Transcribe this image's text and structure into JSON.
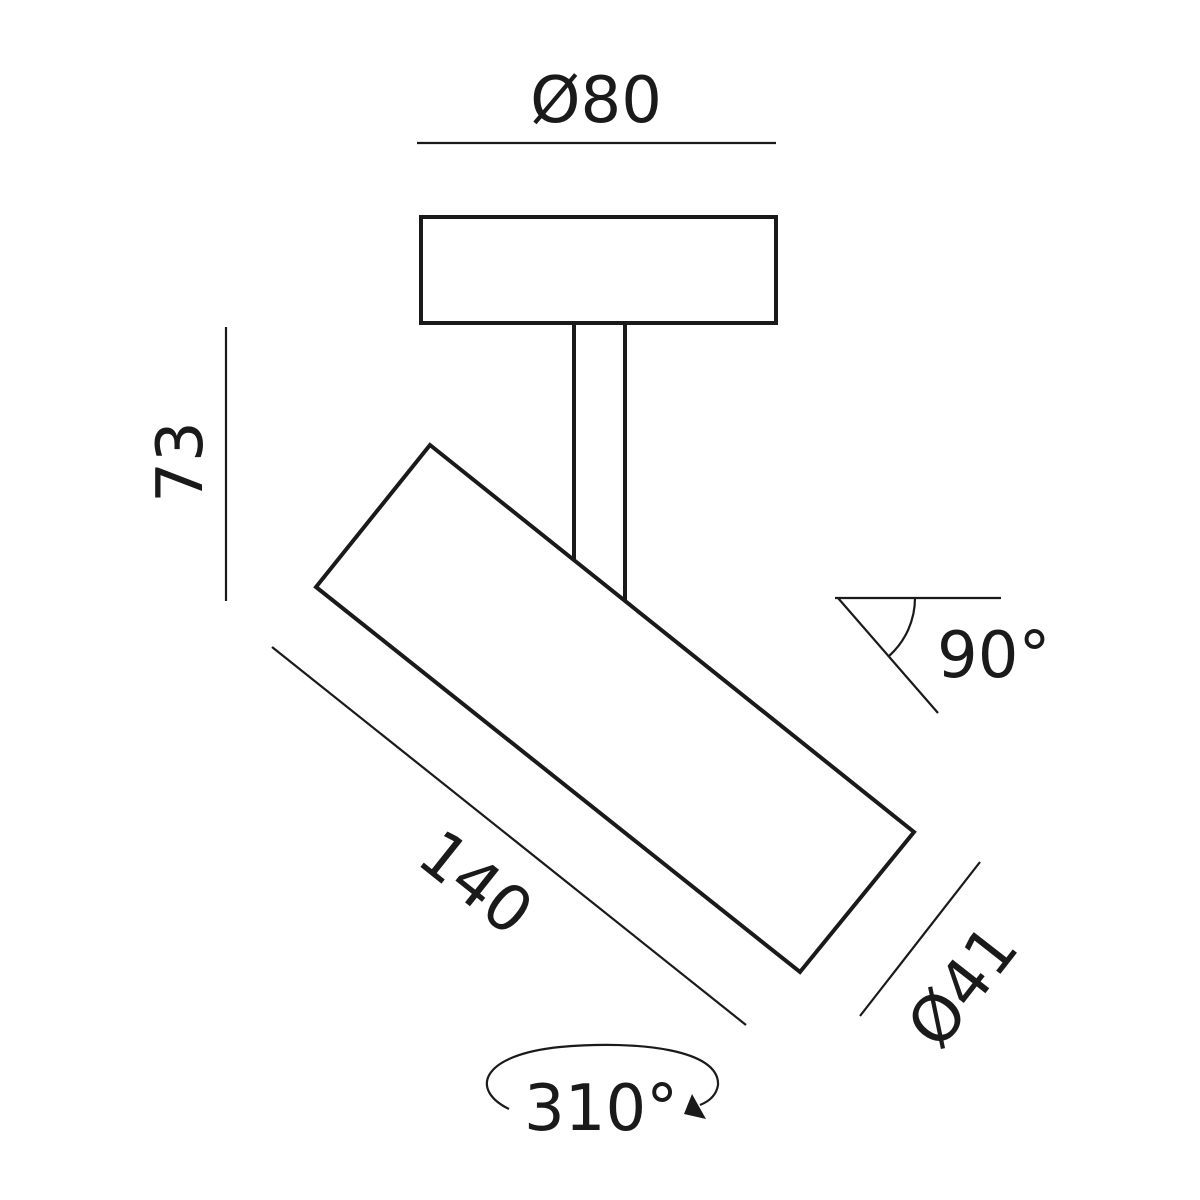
{
  "drawing": {
    "type": "technical dimension drawing",
    "subject": "surface-mounted adjustable spotlight",
    "line_color": "#1a1a1a",
    "background": "#ffffff"
  },
  "dimensions": {
    "base_diameter": {
      "label": "Ø80",
      "value": 80,
      "unit": "mm"
    },
    "height": {
      "label": "73",
      "value": 73,
      "unit": "mm"
    },
    "length": {
      "label": "140",
      "value": 140,
      "unit": "mm"
    },
    "head_diameter": {
      "label": "Ø41",
      "value": 41,
      "unit": "mm"
    }
  },
  "adjustments": {
    "tilt": {
      "label": "90°",
      "value": 90,
      "unit": "deg"
    },
    "rotation": {
      "label": "310°",
      "value": 310,
      "unit": "deg"
    }
  }
}
